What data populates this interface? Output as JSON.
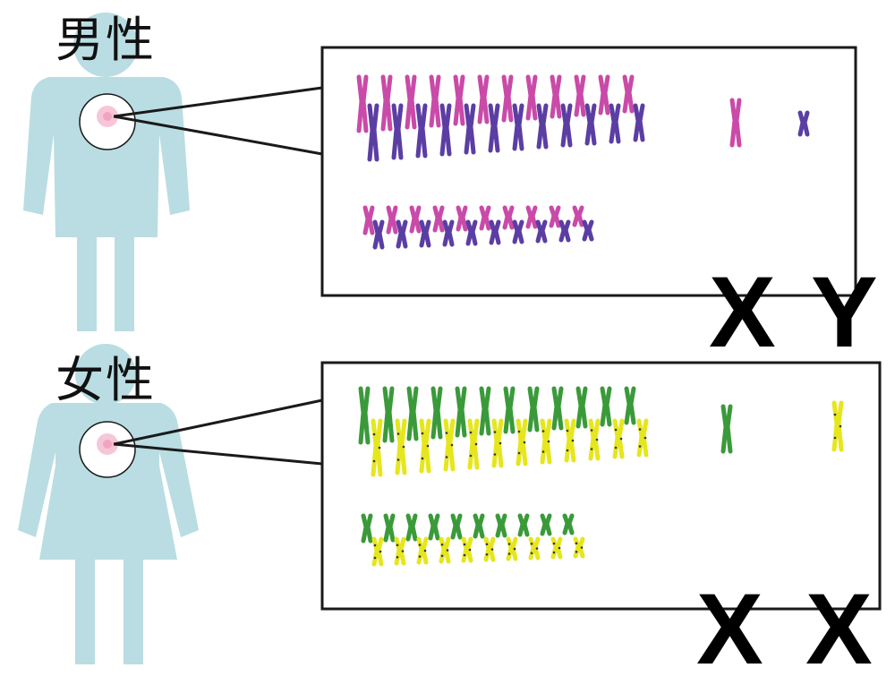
{
  "colors": {
    "figure_fill": "#b9dde2",
    "cell_ring": "#f2b3cc",
    "male_primary": "#c94aa8",
    "male_secondary": "#5b3ea3",
    "female_primary": "#3a9a3a",
    "female_secondary": "#e6e61e",
    "panel_border": "#1a1a1a"
  },
  "male": {
    "label": "男性",
    "sex_chromosomes": [
      "X",
      "Y"
    ]
  },
  "female": {
    "label": "女性",
    "sex_chromosomes": [
      "X",
      "X"
    ]
  }
}
